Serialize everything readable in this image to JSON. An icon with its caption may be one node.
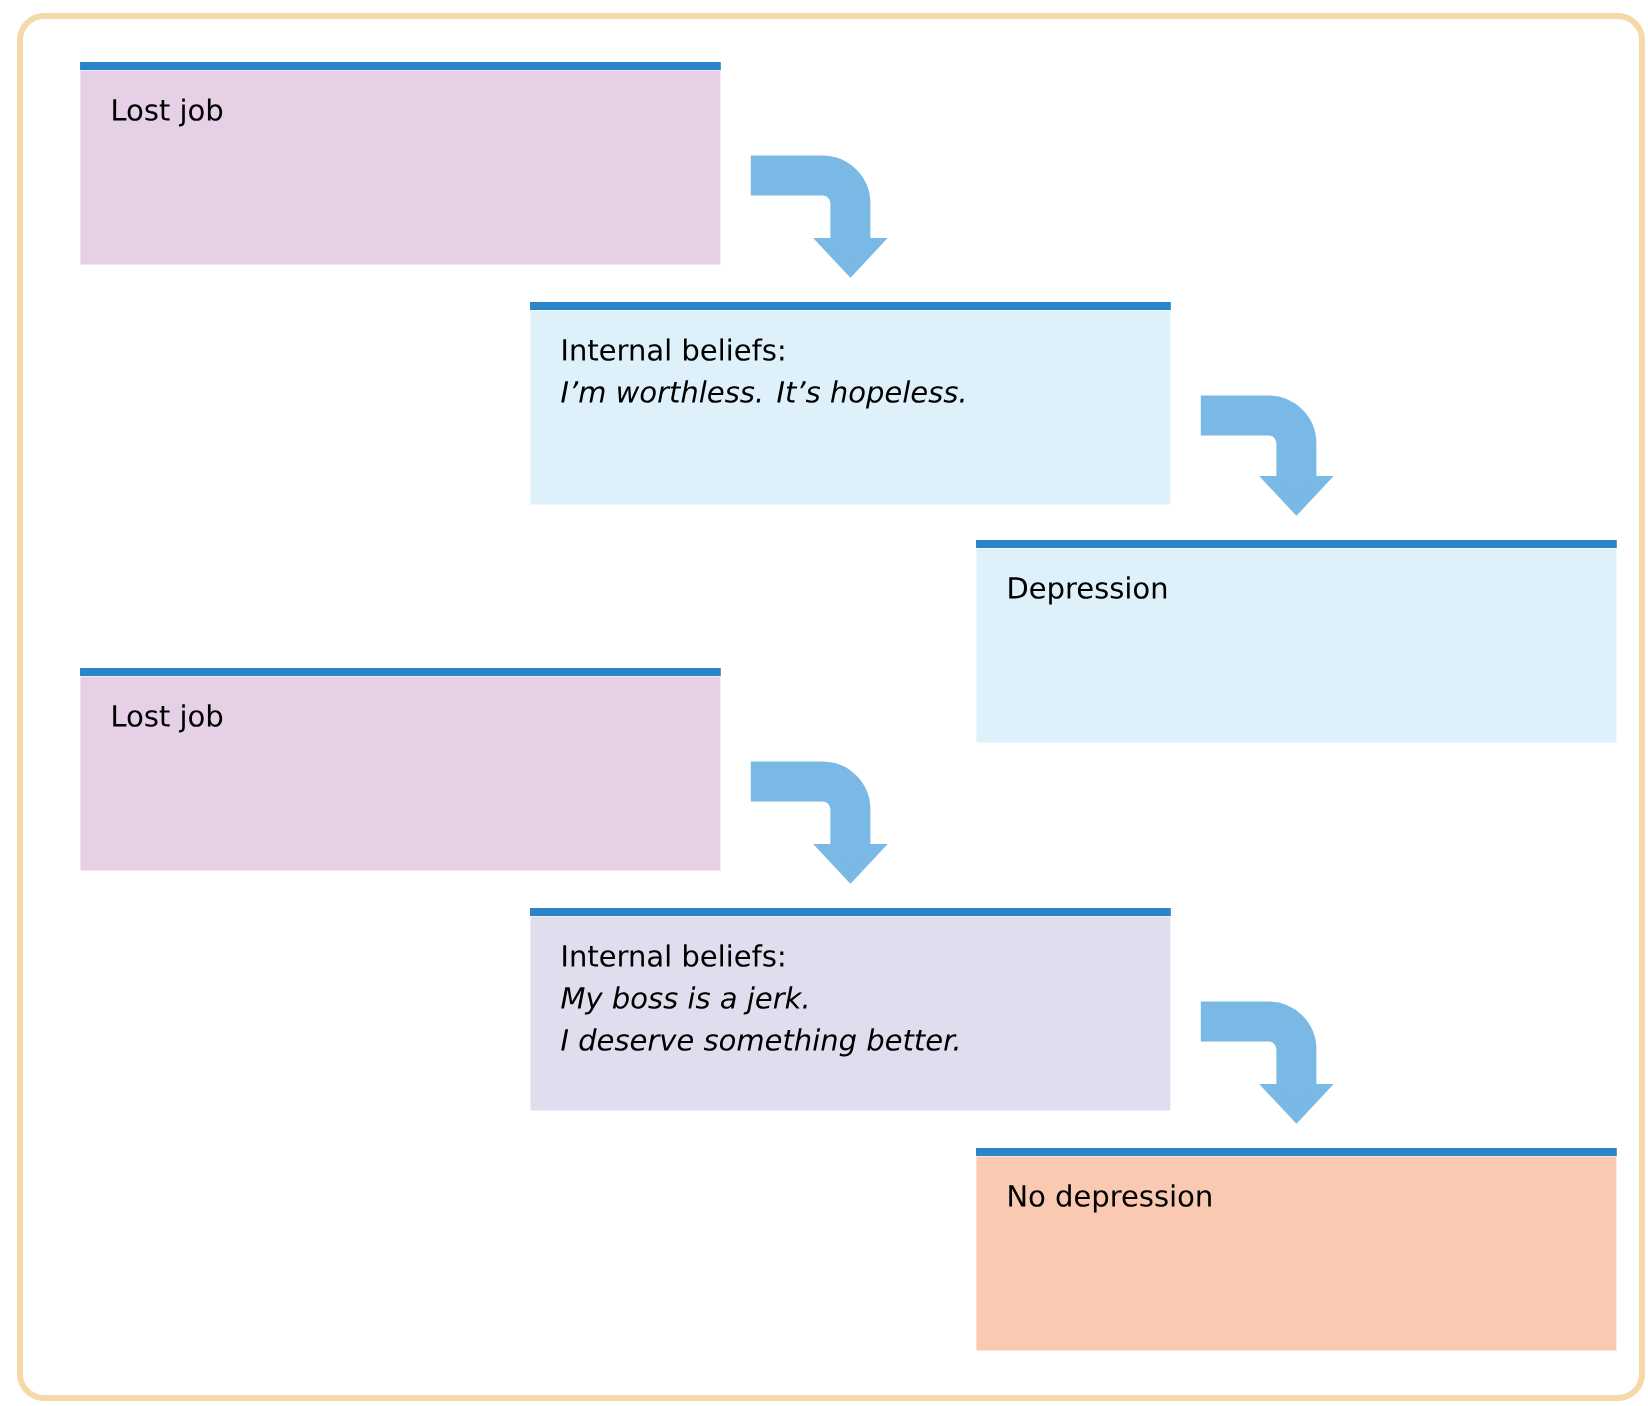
{
  "diagram": {
    "nodes": [
      {
        "text": [
          "Lost job"
        ]
      },
      {
        "text": [
          "Internal beliefs:",
          "I’m worthless. It’s hopeless."
        ]
      },
      {
        "text": [
          "Depression"
        ]
      },
      {
        "text": [
          "Lost job"
        ]
      },
      {
        "text": [
          "Internal beliefs:",
          "My boss is a jerk.",
          "I deserve something better."
        ]
      },
      {
        "text": [
          "No depression"
        ]
      }
    ],
    "edges": [
      {
        "from": 0,
        "to": 1,
        "arrow": "to"
      },
      {
        "from": 1,
        "to": 2,
        "arrow": "to"
      },
      {
        "from": 3,
        "to": 4,
        "arrow": "to"
      },
      {
        "from": 4,
        "to": 5,
        "arrow": "to"
      }
    ]
  }
}
